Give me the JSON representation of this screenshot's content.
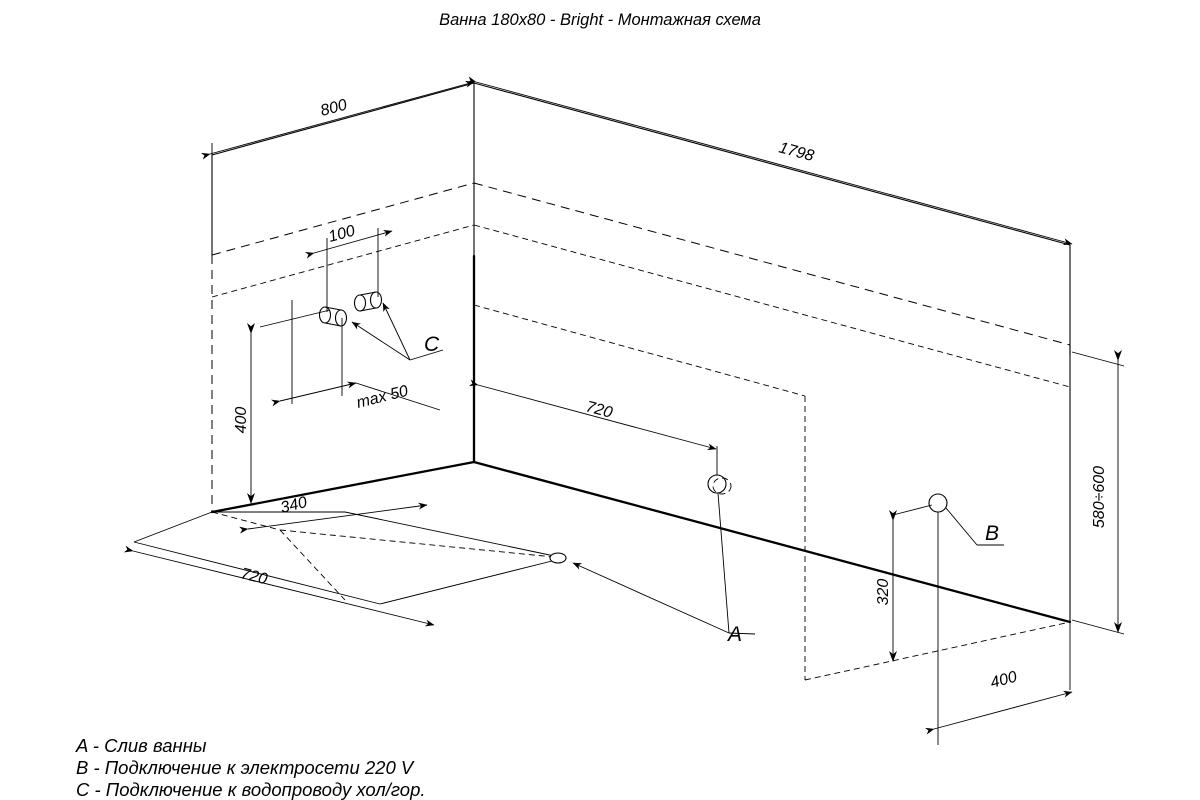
{
  "document": {
    "title": "Ванна 180x80 - Bright - Монтажная схема",
    "background_color": "#ffffff",
    "line_color": "#000000"
  },
  "dimensions": {
    "depth_top_left": "800",
    "length_top_right": "1798",
    "pipe_spacing": "100",
    "pipe_max_offset": "max 50",
    "pipe_height": "400",
    "floor_offset_340": "340",
    "floor_offset_720": "720",
    "drain_offset_720": "720",
    "socket_height_320": "320",
    "socket_offset_400": "400",
    "bath_height": "580÷600"
  },
  "callouts": {
    "a": "A",
    "b": "B",
    "c": "C"
  },
  "legend": {
    "items": [
      {
        "key": "A",
        "text": "A - Слив ванны"
      },
      {
        "key": "B",
        "text": "B - Подключение к электросети 220 V"
      },
      {
        "key": "C",
        "text": "C - Подключение к водопроводу хол/гор."
      }
    ]
  }
}
